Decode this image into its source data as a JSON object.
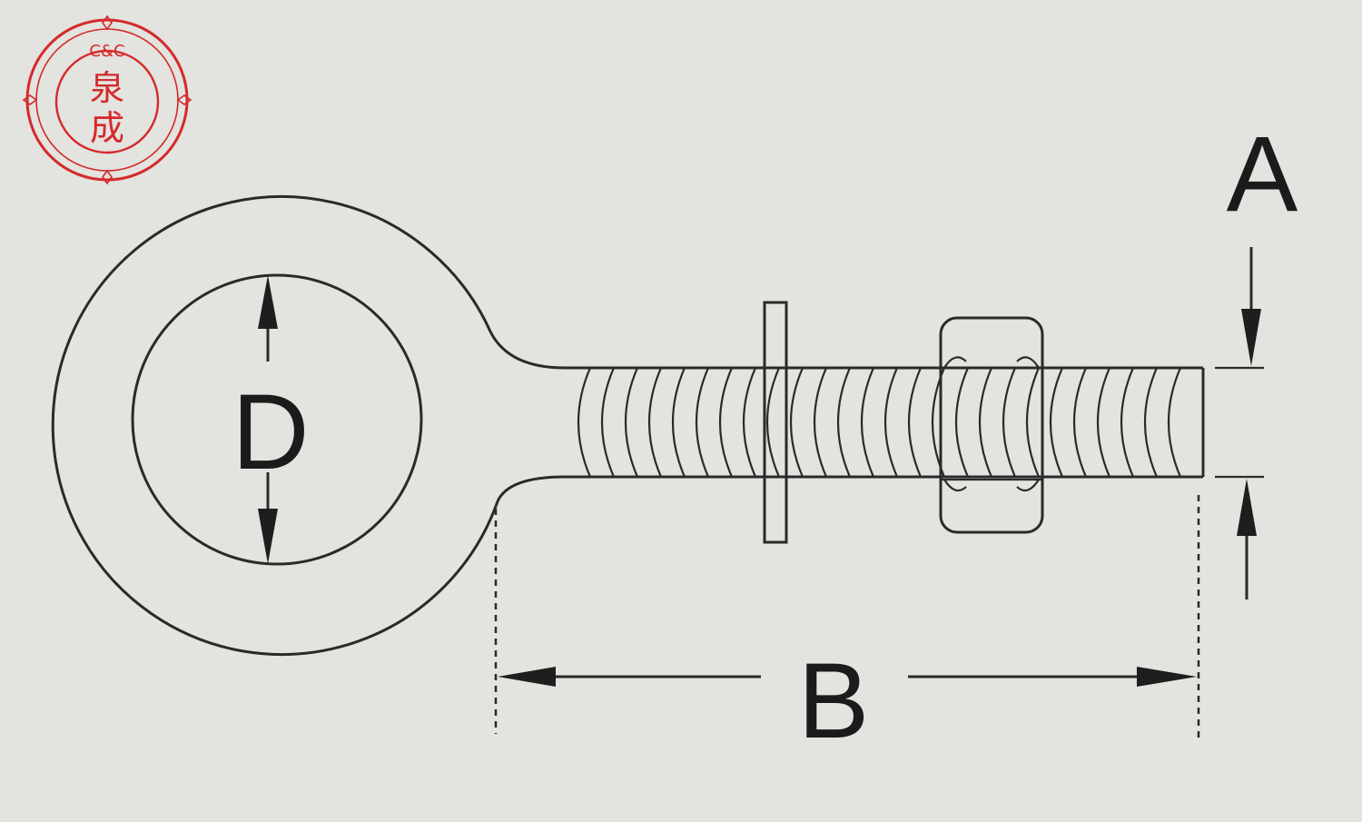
{
  "logo": {
    "top_text": "C&C",
    "chars": [
      "泉",
      "成"
    ],
    "color": "#d42a2a"
  },
  "dimensions": {
    "a_label": "A",
    "b_label": "B",
    "d_label": "D"
  },
  "colors": {
    "background": "#e3e3df",
    "ink": "#2a2a2a"
  }
}
